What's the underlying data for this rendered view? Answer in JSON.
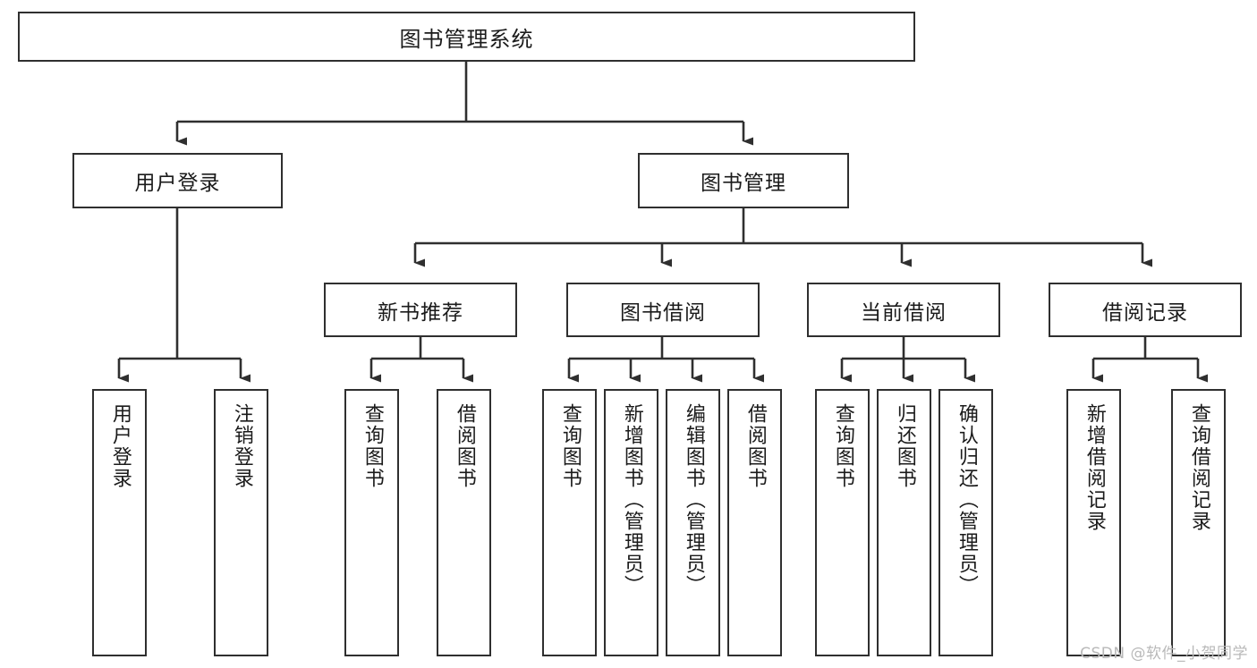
{
  "diagram": {
    "title": "图书管理系统",
    "type": "tree-hierarchy-diagram",
    "colors": {
      "box_border": "#2f2f2f",
      "box_fill": "#ffffff",
      "edge": "#2f2f2f",
      "text": "#1b1b1b",
      "watermark": "#b9b9b9",
      "background": "#ffffff"
    },
    "watermark": "CSDN @软件_小贺同学"
  },
  "nodes": {
    "root": {
      "label": "图书管理系统"
    },
    "level2": [
      {
        "id": "user-login",
        "label": "用户登录"
      },
      {
        "id": "book-management",
        "label": "图书管理"
      }
    ],
    "level3": [
      {
        "id": "new-book-recommend",
        "label": "新书推荐",
        "parent": "book-management"
      },
      {
        "id": "book-borrow",
        "label": "图书借阅",
        "parent": "book-management"
      },
      {
        "id": "current-borrow",
        "label": "当前借阅",
        "parent": "book-management"
      },
      {
        "id": "borrow-record",
        "label": "借阅记录",
        "parent": "book-management"
      }
    ],
    "leaves": {
      "user_login": [
        {
          "id": "leaf-user-login",
          "label": "用户登录"
        },
        {
          "id": "leaf-logout-login",
          "label": "注销登录"
        }
      ],
      "new_book_recommend": [
        {
          "id": "leaf-query-book-1",
          "label": "查询图书"
        },
        {
          "id": "leaf-borrow-book-1",
          "label": "借阅图书"
        }
      ],
      "book_borrow": [
        {
          "id": "leaf-query-book-2",
          "label": "查询图书"
        },
        {
          "id": "leaf-add-book",
          "label": "新增图书（管理员）"
        },
        {
          "id": "leaf-edit-book",
          "label": "编辑图书（管理员）"
        },
        {
          "id": "leaf-borrow-book-2",
          "label": "借阅图书"
        }
      ],
      "current_borrow": [
        {
          "id": "leaf-query-book-3",
          "label": "查询图书"
        },
        {
          "id": "leaf-return-book",
          "label": "归还图书"
        },
        {
          "id": "leaf-confirm-return",
          "label": "确认归还（管理员）"
        }
      ],
      "borrow_record": [
        {
          "id": "leaf-add-record",
          "label": "新增借阅记录"
        },
        {
          "id": "leaf-query-record",
          "label": "查询借阅记录"
        }
      ]
    }
  }
}
